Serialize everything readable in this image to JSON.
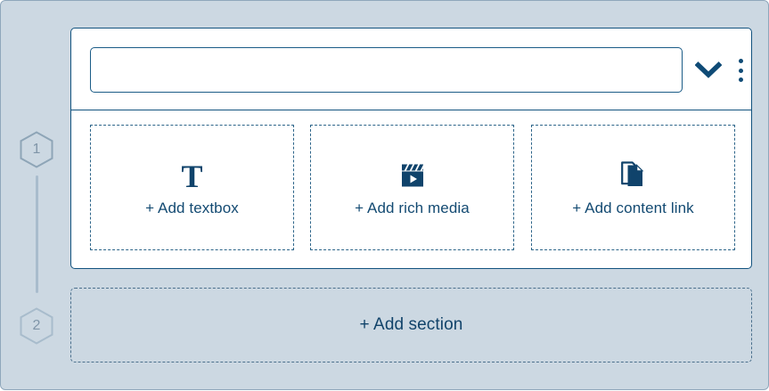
{
  "page": {
    "background_color": "#ccd8e2",
    "border_color": "#8fa7bb",
    "accent_color": "#12537f"
  },
  "stepper": {
    "steps": [
      {
        "number": "1",
        "name": "step-1"
      },
      {
        "number": "2",
        "name": "step-2"
      }
    ],
    "marker_color": "#7f95a8",
    "connector_color": "#a9bccd"
  },
  "section_card": {
    "title_input": {
      "value": "",
      "placeholder": ""
    },
    "collapse_icon": "chevron-down-icon",
    "menu_icon": "kebab-menu-icon",
    "tiles": [
      {
        "label": "+ Add textbox",
        "icon": "text-t-icon",
        "name": "add-textbox-tile"
      },
      {
        "label": "+ Add rich media",
        "icon": "clapperboard-play-icon",
        "name": "add-rich-media-tile"
      },
      {
        "label": "+ Add content link",
        "icon": "document-pages-icon",
        "name": "add-content-link-tile"
      }
    ]
  },
  "add_section": {
    "label": "+ Add section"
  }
}
